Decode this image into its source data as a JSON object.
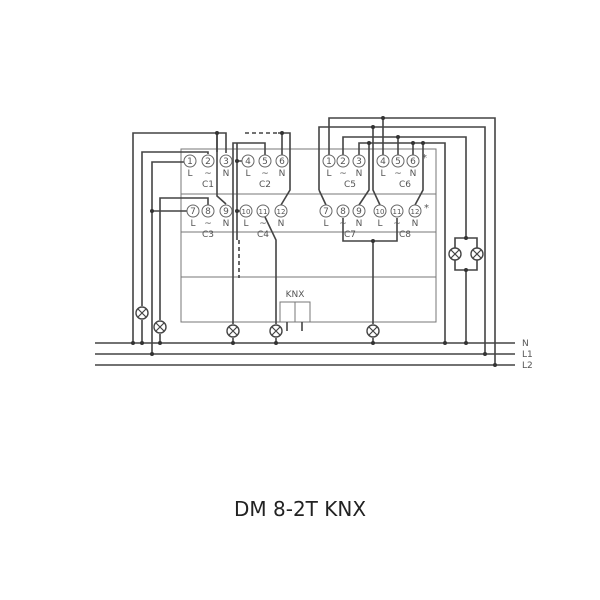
{
  "title": "DM 8-2T KNX",
  "bus_labels": [
    "N",
    "L1",
    "L2"
  ],
  "knx_label": "KNX",
  "channels": {
    "left_top": {
      "terminals": [
        "1",
        "2",
        "3",
        "4",
        "5",
        "6"
      ],
      "marks": [
        "L",
        "~",
        "N",
        "L",
        "~",
        "N"
      ],
      "names": [
        "C1",
        "C2"
      ]
    },
    "left_bottom": {
      "terminals": [
        "7",
        "8",
        "9",
        "10",
        "11",
        "12"
      ],
      "marks": [
        "L",
        "~",
        "N",
        "L",
        "~",
        "N"
      ],
      "names": [
        "C3",
        "C4"
      ]
    },
    "right_top": {
      "terminals": [
        "1",
        "2",
        "3",
        "4",
        "5",
        "6"
      ],
      "marks": [
        "L",
        "~",
        "N",
        "L",
        "~",
        "N"
      ],
      "names": [
        "C5",
        "C6"
      ],
      "note": "*"
    },
    "right_bottom": {
      "terminals": [
        "7",
        "8",
        "9",
        "10",
        "11",
        "12"
      ],
      "marks": [
        "L",
        "~",
        "N",
        "L",
        "~",
        "N"
      ],
      "names": [
        "C7",
        "C8"
      ],
      "note": "*"
    }
  },
  "colors": {
    "line": "#444444",
    "box": "#777777"
  }
}
